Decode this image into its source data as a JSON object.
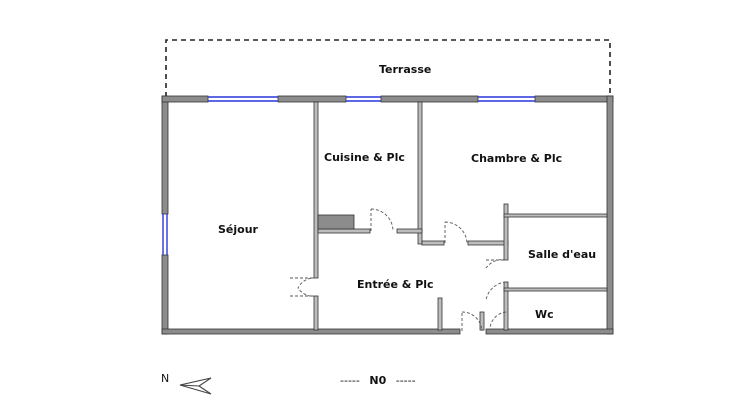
{
  "rooms": {
    "terrace": "Terrasse",
    "living": "Séjour",
    "kitchen": "Cuisine & Plc",
    "bedroom": "Chambre & Plc",
    "shower_room": "Salle d'eau",
    "entrance": "Entrée & Plc",
    "wc": "Wc"
  },
  "compass": {
    "north": "N"
  },
  "floor_level": {
    "dash_left": "-----",
    "label": "N0",
    "dash_right": "-----"
  },
  "colors": {
    "wall": "#8c8c8c",
    "wall_outline": "#333333",
    "window": "#2a36d8",
    "door": "#555555"
  }
}
